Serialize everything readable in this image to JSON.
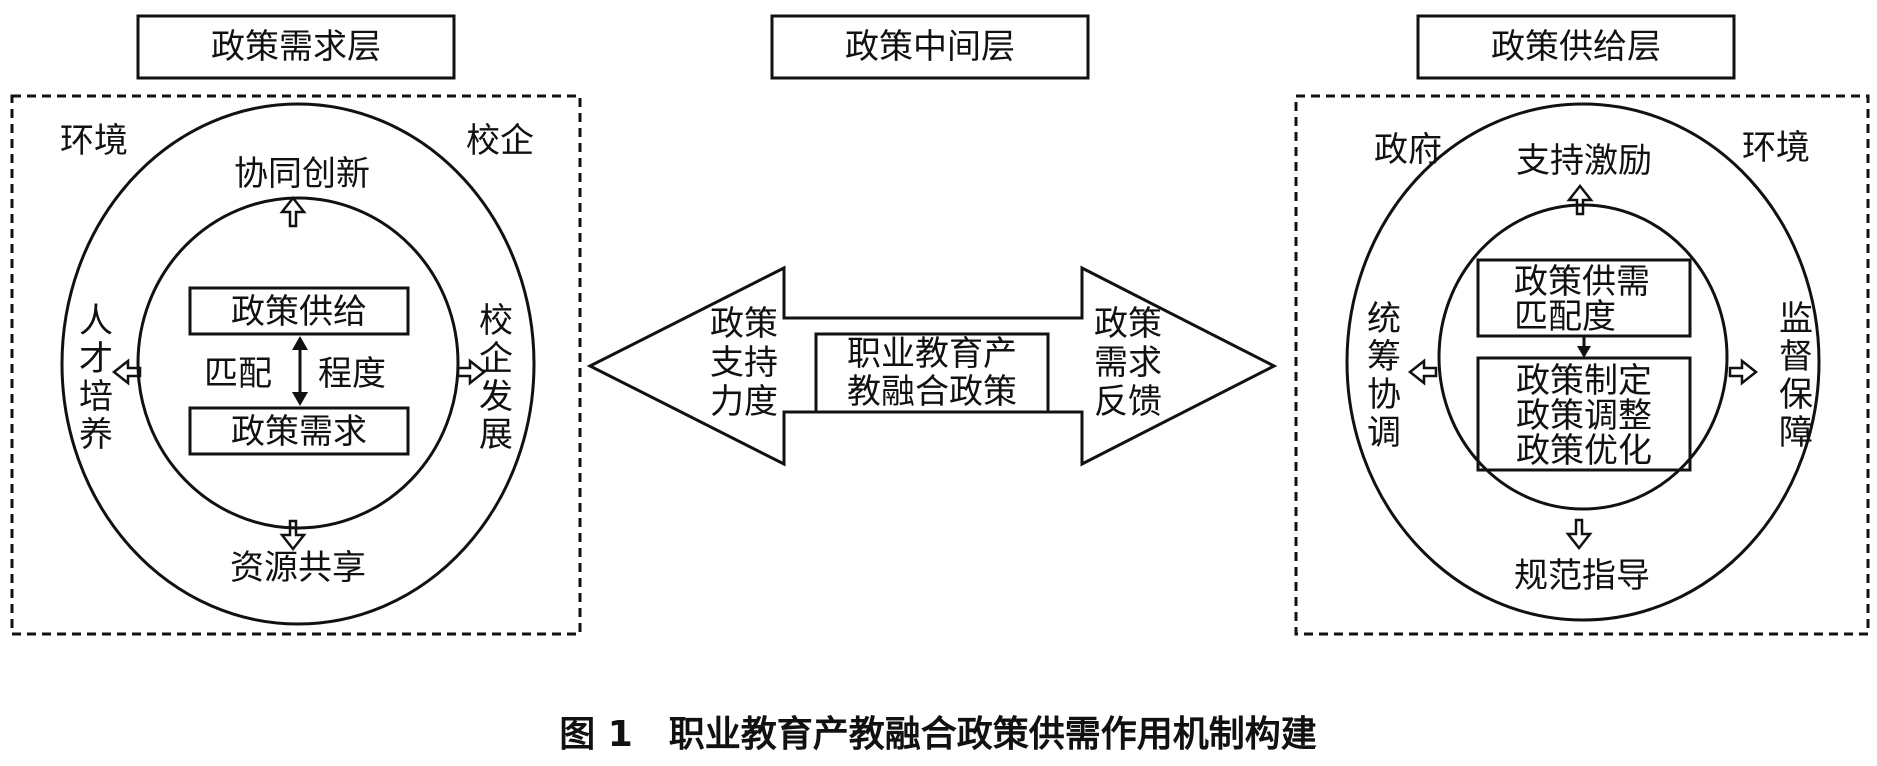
{
  "layers": {
    "demand": "政策需求层",
    "middle": "政策中间层",
    "supply": "政策供给层"
  },
  "demand_panel": {
    "corner_left": "环境",
    "corner_right": "校企",
    "top": "协同创新",
    "bottom": "资源共享",
    "left": [
      "人",
      "才",
      "培",
      "养"
    ],
    "right": [
      "校",
      "企",
      "发",
      "展"
    ],
    "box_supply": "政策供给",
    "box_demand": "政策需求",
    "match_left": "匹配",
    "match_right": "程度"
  },
  "middle_panel": {
    "center": [
      "职业教育产",
      "教融合政策"
    ],
    "left": [
      "政策",
      "支持",
      "力度"
    ],
    "right": [
      "政策",
      "需求",
      "反馈"
    ]
  },
  "supply_panel": {
    "corner_left": "政府",
    "corner_right": "环境",
    "top": "支持激励",
    "bottom": "规范指导",
    "left": [
      "统",
      "筹",
      "协",
      "调"
    ],
    "right": [
      "监",
      "督",
      "保",
      "障"
    ],
    "box_match": [
      "政策供需",
      "匹配度"
    ],
    "box_actions": [
      "政策制定",
      "政策调整",
      "政策优化"
    ]
  },
  "caption": "图 1　职业教育产教融合政策供需作用机制构建"
}
